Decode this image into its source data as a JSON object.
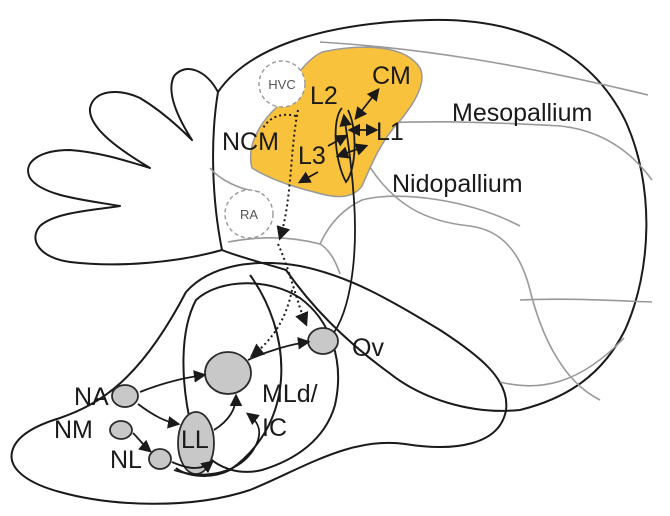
{
  "colors": {
    "field_l": "#f8c23c",
    "nucleus_fill": "#c8c8c8",
    "outline": "#1a1a1a",
    "inner_line": "#999999"
  },
  "labels": {
    "mesopallium": "Mesopallium",
    "nidopallium": "Nidopallium",
    "ncm": "NCM",
    "cm": "CM",
    "l1": "L1",
    "l2": "L2",
    "l3": "L3",
    "hvc": "HVC",
    "ra": "RA",
    "ov": "Ov",
    "mld_line1": "MLd/",
    "mld_line2": "IC",
    "na": "NA",
    "nm": "NM",
    "nl": "NL",
    "ll": "LL"
  }
}
